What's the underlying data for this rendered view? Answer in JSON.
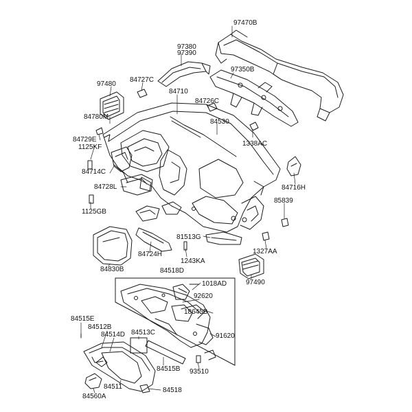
{
  "diagram": {
    "colors": {
      "ink": "#1a1a1a",
      "background": "#ffffff"
    },
    "parts": {
      "p97470B": "97470B",
      "p97380": "97380",
      "p97390": "97390",
      "p97350B": "97350B",
      "p97480": "97480",
      "p84727C": "84727C",
      "p84710": "84710",
      "p84726C": "84726C",
      "p84780M": "84780M",
      "p84530": "84530",
      "p84729E": "84729E",
      "p1125KF": "1125KF",
      "p1338AC": "1338AC",
      "p84714C": "84714C",
      "p84716H": "84716H",
      "p84728L": "84728L",
      "p85839": "85839",
      "p1125GB": "1125GB",
      "p81513G": "81513G",
      "p84724H": "84724H",
      "p1243KA": "1243KA",
      "p1327AA": "1327AA",
      "p84830B": "84830B",
      "p84518D": "84518D",
      "p97490": "97490",
      "p1018AD": "1018AD",
      "p92620": "92620",
      "p18645B": "18645B",
      "p84515E": "84515E",
      "p84512B": "84512B",
      "p84514D": "84514D",
      "p84513C": "84513C",
      "p91620": "91620",
      "p84515B": "84515B",
      "p93510": "93510",
      "p84511": "84511",
      "p84518": "84518",
      "p84560A": "84560A"
    }
  }
}
